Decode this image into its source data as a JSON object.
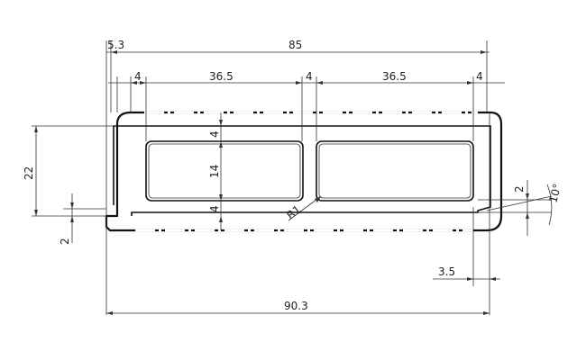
{
  "drawing": {
    "colors": {
      "line": "#111111",
      "dimension": "#333333",
      "background": "#ffffff"
    },
    "dimensions": {
      "overall_width_top": "85",
      "lip_offset": "5.3",
      "wall_left": "4",
      "cell_left": "36.5",
      "wall_middle": "4",
      "cell_right": "36.5",
      "wall_right": "4",
      "height_total": "22",
      "wall_top_v": "4",
      "cell_height": "14",
      "wall_bottom_v": "4",
      "lip_thickness": "2",
      "right_lip_thickness": "2",
      "angle": "10°",
      "radius": "R1",
      "right_offset": "3.5",
      "overall_width_bottom": "90.3"
    }
  }
}
